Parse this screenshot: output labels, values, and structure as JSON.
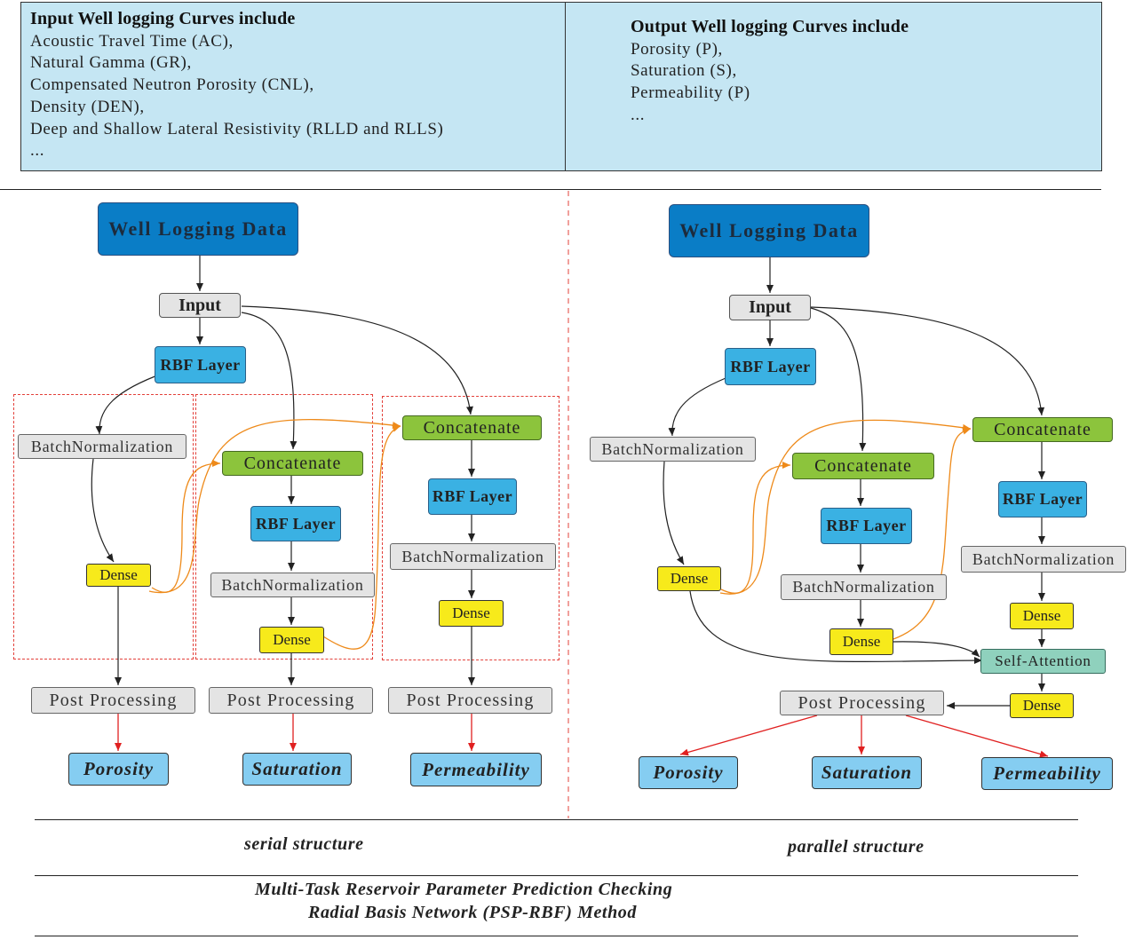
{
  "input_panel": {
    "heading": "Input Well logging Curves include",
    "items": [
      "Acoustic Travel Time (AC),",
      "Natural Gamma (GR),",
      "Compensated Neutron Porosity (CNL),",
      "Density (DEN),",
      "Deep and Shallow Lateral Resistivity (RLLD and RLLS)",
      "..."
    ]
  },
  "output_panel": {
    "heading": "Output Well logging Curves include",
    "items": [
      "Porosity (P),",
      "Saturation (S),",
      "Permeability (P)",
      "..."
    ]
  },
  "serial": {
    "well_logging_data": "Well Logging Data",
    "input": "Input",
    "rbf_layer": "RBF Layer",
    "branch_porosity": {
      "batch_norm": "BatchNormalization",
      "dense": "Dense",
      "post_processing": "Post Processing",
      "output": "Porosity"
    },
    "branch_saturation": {
      "concatenate": "Concatenate",
      "rbf_layer": "RBF Layer",
      "batch_norm": "BatchNormalization",
      "dense": "Dense",
      "post_processing": "Post Processing",
      "output": "Saturation"
    },
    "branch_permeability": {
      "concatenate": "Concatenate",
      "rbf_layer": "RBF Layer",
      "batch_norm": "BatchNormalization",
      "dense": "Dense",
      "post_processing": "Post Processing",
      "output": "Permeability"
    },
    "caption": "serial structure"
  },
  "parallel": {
    "well_logging_data": "Well Logging Data",
    "input": "Input",
    "rbf_layer": "RBF Layer",
    "branch_porosity": {
      "batch_norm": "BatchNormalization",
      "dense": "Dense"
    },
    "branch_saturation": {
      "concatenate": "Concatenate",
      "rbf_layer": "RBF Layer",
      "batch_norm": "BatchNormalization",
      "dense": "Dense"
    },
    "branch_permeability": {
      "concatenate": "Concatenate",
      "rbf_layer": "RBF Layer",
      "batch_norm": "BatchNormalization",
      "dense": "Dense"
    },
    "self_attention": "Self-Attention",
    "dense_after_attention": "Dense",
    "post_processing": "Post Processing",
    "outputs": [
      "Porosity",
      "Saturation",
      "Permeability"
    ],
    "caption": "parallel structure"
  },
  "method_title": {
    "line1": "Multi-Task Reservoir Parameter Prediction Checking",
    "line2": "Radial Basis Network (PSP-RBF) Method"
  },
  "colors": {
    "panel_bg": "#c5e6f3",
    "data_node": "#0a7dc6",
    "rbf_node": "#3ab1e3",
    "concat_node": "#8cc43c",
    "dense_node": "#f7ea1b",
    "output_node": "#85cdf1",
    "attention_node": "#8fd1bd",
    "skip_arrow": "#ee8a1a",
    "output_arrow": "#e02020",
    "dashed_border": "#e3403a"
  }
}
